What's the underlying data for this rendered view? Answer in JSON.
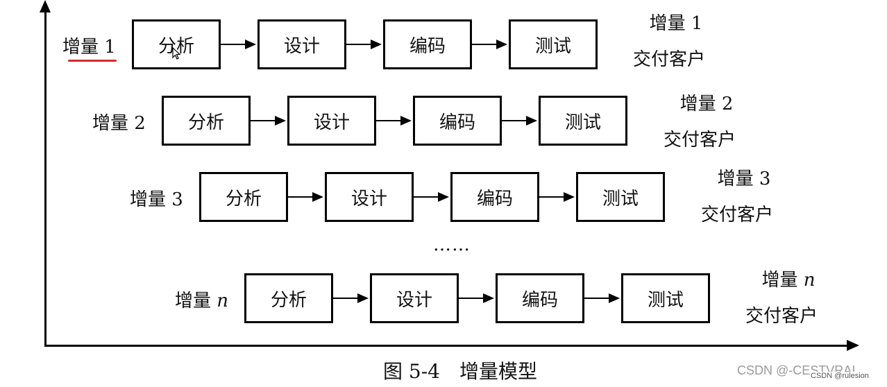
{
  "diagram": {
    "stages": [
      "分析",
      "设计",
      "编码",
      "测试"
    ],
    "increments": [
      {
        "label_prefix": "增量 ",
        "label_suffix": "1",
        "suffix_italic": false,
        "deliver_line1_prefix": "增量 ",
        "deliver_line1_suffix": "1",
        "deliver_line2": "交付客户",
        "underlined": true
      },
      {
        "label_prefix": "增量 ",
        "label_suffix": "2",
        "suffix_italic": false,
        "deliver_line1_prefix": "增量 ",
        "deliver_line1_suffix": "2",
        "deliver_line2": "交付客户",
        "underlined": false
      },
      {
        "label_prefix": "增量 ",
        "label_suffix": "3",
        "suffix_italic": false,
        "deliver_line1_prefix": "增量 ",
        "deliver_line1_suffix": "3",
        "deliver_line2": "交付客户",
        "underlined": false
      },
      {
        "label_prefix": "增量 ",
        "label_suffix": "n",
        "suffix_italic": true,
        "deliver_line1_prefix": "增量 ",
        "deliver_line1_suffix": "n",
        "deliver_line2": "交付客户",
        "underlined": false
      }
    ],
    "ellipsis": "……",
    "caption": "图 5-4　增量模型"
  },
  "watermark": {
    "text": "CSDN @-CESTVRAI",
    "small_text": "CSDN @rulesion"
  },
  "colors": {
    "underline": "#d6282b",
    "line": "#000000"
  }
}
